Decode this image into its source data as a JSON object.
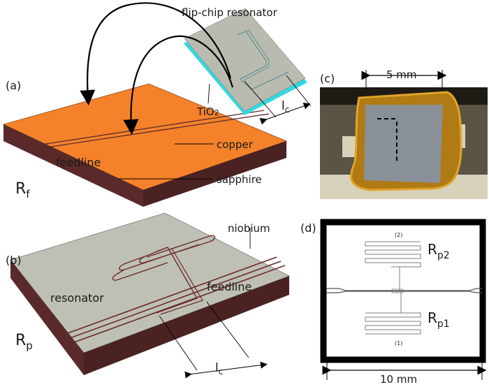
{
  "panels": {
    "a": {
      "label": "(a)",
      "flip_chip": "flip-chip resonator",
      "tio2": "TiO",
      "tio2_sub": "2",
      "copper": "copper",
      "feedline": "feedline",
      "sapphire": "sapphire",
      "rf_main": "R",
      "rf_sub": "f",
      "lc_main": "l",
      "lc_sub": "c"
    },
    "b": {
      "label": "(b)",
      "niobium": "niobium",
      "resonator": "resonator",
      "feedline": "feedline",
      "rp_main": "R",
      "rp_sub": "p",
      "lc_main": "l",
      "lc_sub": "c"
    },
    "c": {
      "label": "(c)",
      "scale": "5 mm"
    },
    "d": {
      "label": "(d)",
      "rp2_main": "R",
      "rp2_sub": "p2",
      "rp1_main": "R",
      "rp1_sub": "p1",
      "num_top": "(2)",
      "num_bottom": "(1)",
      "scale": "10 mm"
    }
  },
  "colors": {
    "copper": "#f5822a",
    "copper_side": "#5a2a2a",
    "niobium": "#bfc0b5",
    "substrate_side": "#5a2a2a",
    "chip": "#b9bbb0",
    "tio2": "#34d8de",
    "trace": "#6b2a2a"
  }
}
